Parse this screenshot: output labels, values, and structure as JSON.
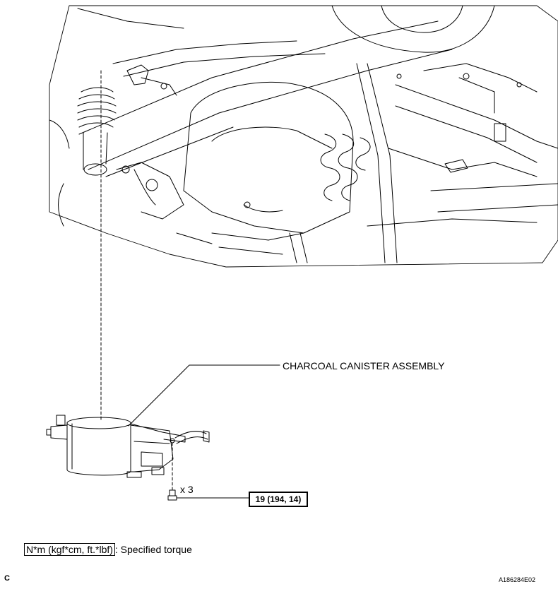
{
  "labels": {
    "component": "CHARCOAL CANISTER ASSEMBLY",
    "bolt_quantity": "x 3",
    "torque_value": "19 (194, 14)",
    "legend_unit": "N*m (kgf*cm, ft.*lbf)",
    "legend_desc": ": Specified torque",
    "corner_mark": "C",
    "figure_code": "A186284E02"
  }
}
